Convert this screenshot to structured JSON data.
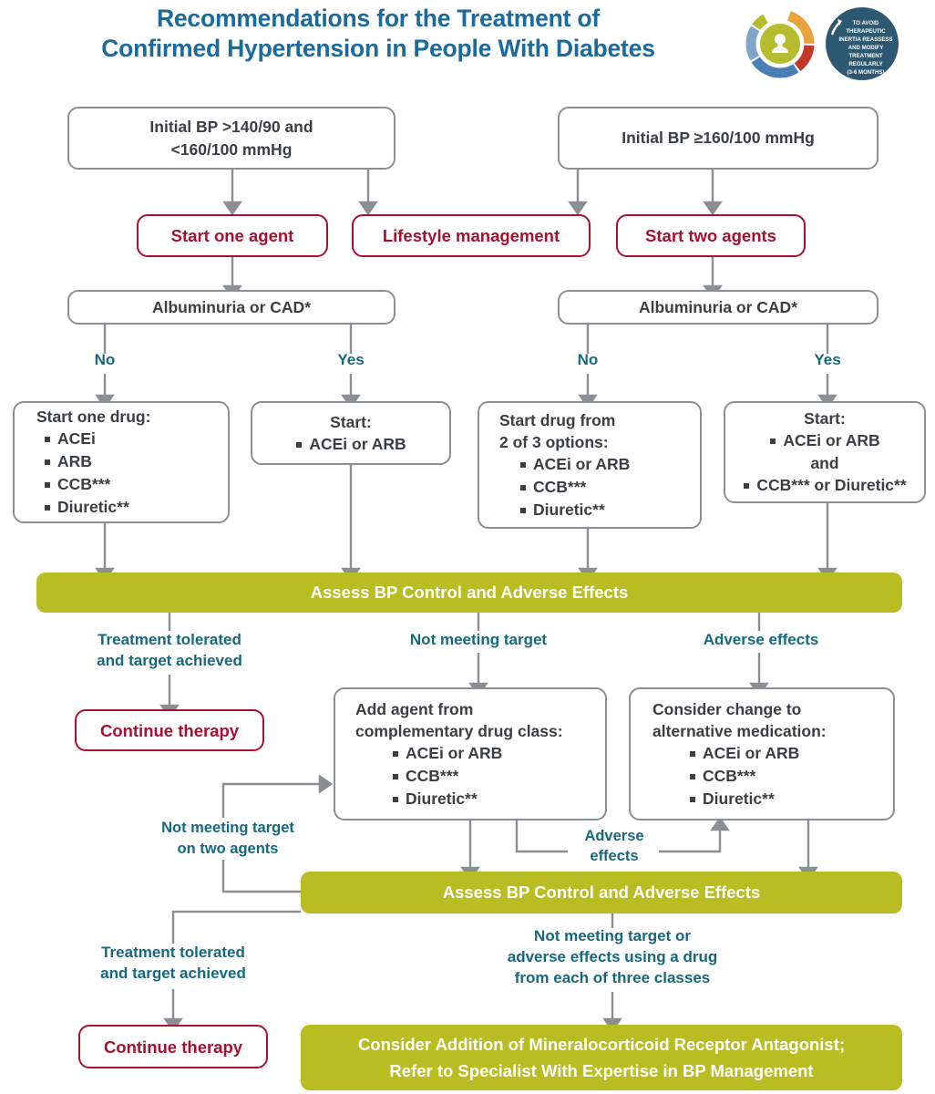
{
  "title": {
    "line1": "Recommendations for the Treatment of",
    "line2": "Confirmed Hypertension in People With Diabetes",
    "color": "#1a6a9b"
  },
  "badge": {
    "name": "therapeutic-inertia-badge",
    "text_lines": [
      "TO AVOID",
      "THERAPEUTIC",
      "INERTIA REASSESS",
      "AND MODIFY",
      "TREATMENT",
      "REGULARLY",
      "(3-6 MONTHS)"
    ],
    "circle_color": "#2d5871",
    "ring_colors": [
      "#e8a33d",
      "#b5bd2e",
      "#7fa6c9",
      "#c0392b",
      "#4a7fb5"
    ]
  },
  "colors": {
    "title_blue": "#1a6a9b",
    "label_teal": "#15687f",
    "box_grey_border": "#8b8f94",
    "box_red": "#a8102f",
    "box_green": "#b9bd22",
    "text_dark": "#3b3e42",
    "arrow_grey": "#8b8f94"
  },
  "nodes": {
    "initial_bp_low": {
      "line1": "Initial BP >140/90 and",
      "line2": "<160/100 mmHg"
    },
    "initial_bp_high": {
      "line1": "Initial BP ≥160/100 mmHg"
    },
    "start_one_agent": {
      "label": "Start one agent"
    },
    "lifestyle_management": {
      "label": "Lifestyle management"
    },
    "start_two_agents": {
      "label": "Start two agents"
    },
    "albuminuria_left": {
      "label": "Albuminuria or CAD*"
    },
    "albuminuria_right": {
      "label": "Albuminuria or CAD*"
    },
    "start_one_drug": {
      "heading": "Start one drug:",
      "items": [
        "ACEi",
        "ARB",
        "CCB***",
        "Diuretic**"
      ]
    },
    "start_acei_arb": {
      "heading": "Start:",
      "items": [
        "ACEi or ARB"
      ]
    },
    "start_two_of_three": {
      "heading_line1": "Start drug from",
      "heading_line2": "2 of 3 options:",
      "items": [
        "ACEi or ARB",
        "CCB***",
        "Diuretic**"
      ]
    },
    "start_combo": {
      "heading": "Start:",
      "item1": "ACEi or ARB",
      "connector": "and",
      "item2": "CCB*** or Diuretic**"
    },
    "assess_bar_1": {
      "label": "Assess BP Control and Adverse Effects"
    },
    "continue_therapy_1": {
      "label": "Continue therapy"
    },
    "add_agent": {
      "heading_line1": "Add agent from",
      "heading_line2": "complementary drug class:",
      "items": [
        "ACEi or ARB",
        "CCB***",
        "Diuretic**"
      ]
    },
    "consider_change": {
      "heading_line1": "Consider change to",
      "heading_line2": "alternative medication:",
      "items": [
        "ACEi or ARB",
        "CCB***",
        "Diuretic**"
      ]
    },
    "assess_bar_2": {
      "label": "Assess BP Control and Adverse Effects"
    },
    "continue_therapy_2": {
      "label": "Continue therapy"
    },
    "final_green": {
      "line1": "Consider Addition of Mineralocorticoid Receptor Antagonist;",
      "line2": "Refer to Specialist With Expertise in BP Management"
    }
  },
  "edge_labels": {
    "no_left": "No",
    "yes_left": "Yes",
    "no_right": "No",
    "yes_right": "Yes",
    "treatment_tolerated_1": "Treatment tolerated\nand target achieved",
    "not_meeting_target": "Not meeting target",
    "adverse_effects": "Adverse effects",
    "not_meeting_two_agents": "Not meeting target\non two agents",
    "adverse_effects_loop": "Adverse\neffects",
    "treatment_tolerated_2": "Treatment tolerated\nand target achieved",
    "not_meeting_three_classes": "Not meeting target or\nadverse effects using a drug\nfrom each of three classes"
  }
}
